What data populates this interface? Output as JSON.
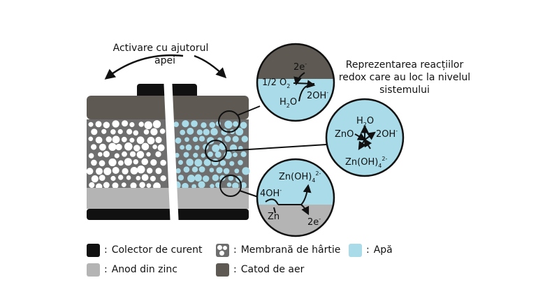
{
  "activation": {
    "line1": "Activare cu ajutorul",
    "line2": "apei"
  },
  "redox_title": {
    "line1": "Reprezentarea reacțiilor",
    "line2": "redox care au loc la nivelul",
    "line3": "sistemului"
  },
  "top_circle": {
    "electrons": "2e",
    "electrons_sup": "-",
    "oxygen": "1/2 O",
    "oxygen_sub": "2",
    "water": "H",
    "water_sub": "2",
    "water_tail": "O",
    "hydroxide": "2OH",
    "hydroxide_sup": "-"
  },
  "middle_circle": {
    "water": "H",
    "water_sub": "2",
    "water_tail": "O",
    "zno": "ZnO",
    "hydroxide": "2OH",
    "hydroxide_sup": "-",
    "zincate": "Zn(OH)",
    "zincate_sub": "4",
    "zincate_sup": "2-"
  },
  "bottom_circle": {
    "zincate": "Zn(OH)",
    "zincate_sub": "4",
    "zincate_sup": "2-",
    "hydroxide": "4OH",
    "hydroxide_sup": "-",
    "zinc": "Zn",
    "electrons": "2e",
    "electrons_sup": "-"
  },
  "legend": {
    "current_collector": "Colector de curent",
    "zinc_anode": "Anod din zinc",
    "paper_membrane": "Membrană de hârtie",
    "air_cathode": "Catod de aer",
    "water": "Apă",
    "separator": ":"
  },
  "colors": {
    "collector": "#111111",
    "anode": "#b4b4b4",
    "membrane": "#6e6e6e",
    "cathode": "#5e5a53",
    "water": "#a9dbe8"
  }
}
